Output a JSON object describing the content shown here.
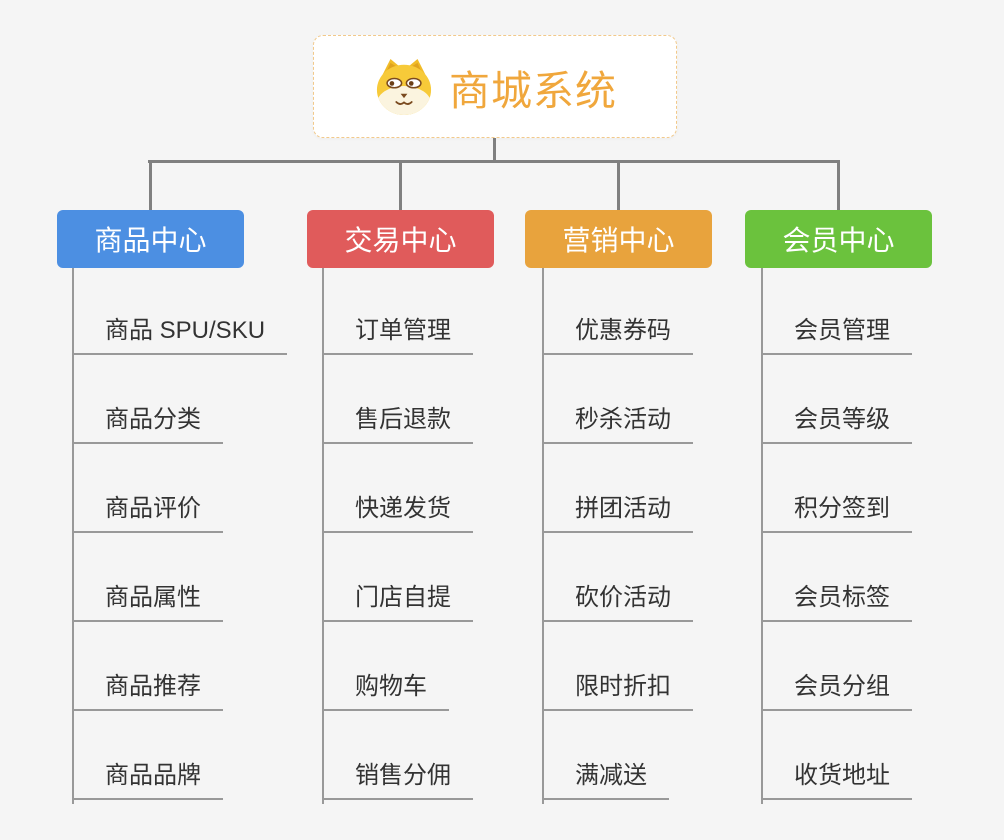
{
  "root": {
    "title": "商城系统",
    "icon": "dog-face-icon"
  },
  "branches": [
    {
      "label": "商品中心",
      "color": "#4c8fe2",
      "items": [
        "商品 SPU/SKU",
        "商品分类",
        "商品评价",
        "商品属性",
        "商品推荐",
        "商品品牌"
      ]
    },
    {
      "label": "交易中心",
      "color": "#e05b5b",
      "items": [
        "订单管理",
        "售后退款",
        "快递发货",
        "门店自提",
        "购物车",
        "销售分佣"
      ]
    },
    {
      "label": "营销中心",
      "color": "#e8a33d",
      "items": [
        "优惠券码",
        "秒杀活动",
        "拼团活动",
        "砍价活动",
        "限时折扣",
        "满减送"
      ]
    },
    {
      "label": "会员中心",
      "color": "#6bc23d",
      "items": [
        "会员管理",
        "会员等级",
        "积分签到",
        "会员标签",
        "会员分组",
        "收货地址"
      ]
    }
  ],
  "colors": {
    "background": "#f5f5f5",
    "connector": "#808080",
    "leaf_underline": "#999999",
    "leaf_text": "#333333",
    "root_title": "#f0a73c",
    "root_border": "#f2c98a",
    "branch_text": "#ffffff"
  }
}
